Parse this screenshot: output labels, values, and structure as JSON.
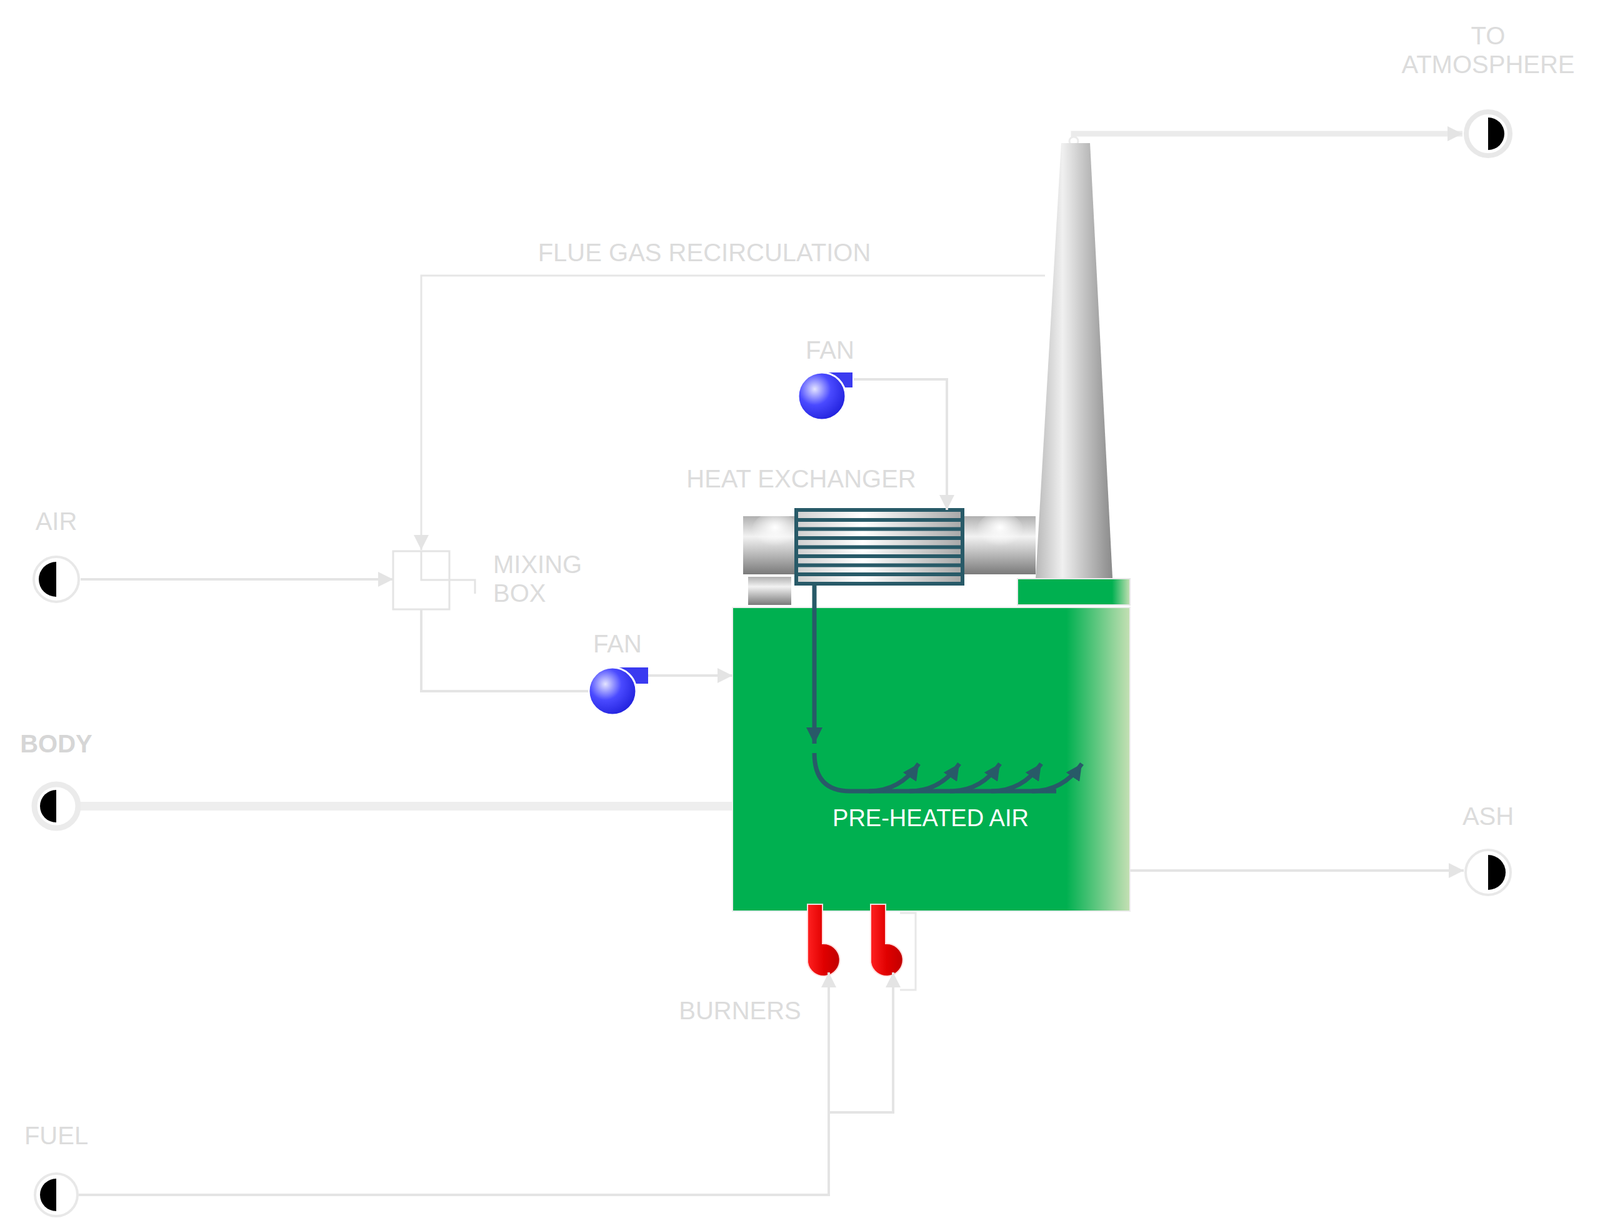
{
  "diagram": {
    "nodes": [
      {
        "text": [
          "TO ATMOSPHERE"
        ]
      },
      {
        "text": [
          "AIR"
        ]
      },
      {
        "text": [
          "MIXING BOX"
        ]
      },
      {
        "text": [
          "FAN"
        ]
      },
      {
        "text": [
          "HEAT EXCHANGER"
        ]
      },
      {
        "text": [
          "FAN"
        ]
      },
      {
        "text": [
          "BODY"
        ]
      },
      {
        "text": [
          "PRE-HEATED AIR"
        ]
      },
      {
        "text": [
          "ASH"
        ]
      },
      {
        "text": [
          "BURNERS"
        ]
      },
      {
        "text": [
          "FUEL"
        ]
      }
    ],
    "edges": [
      {
        "from": 1,
        "to": 2,
        "arrow": "to"
      },
      {
        "from": 2,
        "to": 5,
        "arrow": "none"
      },
      {
        "from": 5,
        "to": 7,
        "arrow": "to"
      },
      {
        "from": 3,
        "to": 4,
        "arrow": "to"
      },
      {
        "from": 4,
        "to": 7,
        "arrow": "none"
      },
      {
        "from": 6,
        "to": 7,
        "arrow": "none"
      },
      {
        "from": 7,
        "to": 8,
        "arrow": "to"
      },
      {
        "from": 10,
        "to": 9,
        "arrow": "to"
      }
    ],
    "labels": [
      "FLUE GAS RECIRCULATION"
    ]
  }
}
